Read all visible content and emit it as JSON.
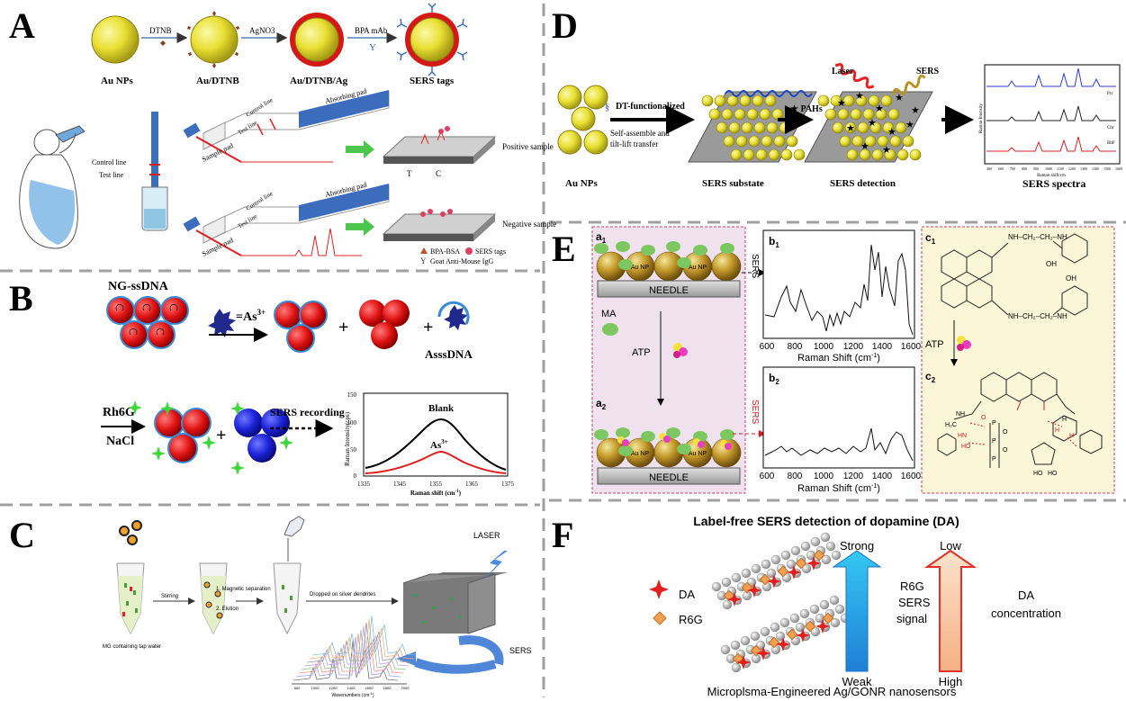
{
  "panels": {
    "A": {
      "letter": "A",
      "labels": [
        "Au NPs",
        "Au/DTNB",
        "Au/DTNB/Ag",
        "SERS tags"
      ],
      "arrows": [
        "DTNB",
        "AgNO3",
        "BPA mAb"
      ],
      "strip_lines": {
        "control": "Control line",
        "test": "Test line"
      },
      "strip_parts": {
        "absorbing": "Absorbing pad",
        "sample": "Sample pad",
        "control": "Control line",
        "test": "Test line"
      },
      "markers": {
        "t": "T",
        "c": "C"
      },
      "samples": {
        "positive": "Positive sample",
        "negative": "Negative sample"
      },
      "legend": {
        "bpa": "BPA-BSA",
        "sers": "SERS  tags",
        "igg": "Goat Anti-Mouse IgG"
      }
    },
    "B": {
      "letter": "B",
      "ngssdna": "NG-ssDNA",
      "as": "=As",
      "as_sup": "3+",
      "plus": "+",
      "asssdna": "AsssDNA",
      "rh6g": "Rh6G",
      "nacl": "NaCl",
      "sers_recording": "SERS recording",
      "chart": {
        "ylabel": "Raman Intensity(cps)",
        "xlabel": "Raman shift (cm",
        "xlabel_sup": "-1",
        "xlabel_tail": ")",
        "yticks": [
          "0",
          "50",
          "100",
          "150"
        ],
        "xticks": [
          "1335",
          "1345",
          "1355",
          "1365",
          "1375"
        ],
        "blank": "Blank",
        "as": "As",
        "as_sup": "3+"
      }
    },
    "C": {
      "letter": "C",
      "tube1": "MG containing tap water",
      "stirring": "Stirring",
      "step1": "1. Magnetic separation",
      "step2": "2. Elution",
      "dropped": "Dropped on silver dendrites",
      "laser": "LASER",
      "sers": "SERS",
      "wavenumbers": "Wavenumbers (cm",
      "wavenumbers_sup": "-1",
      "wavenumbers_tail": ")",
      "xticks": [
        "800",
        "1000",
        "1200",
        "1400",
        "1600",
        "1800",
        "2000"
      ]
    },
    "D": {
      "letter": "D",
      "aunps": "Au NPs",
      "dt": "DT-functionalized",
      "self1": "Self-assemble and",
      "self2": "tilt-lift transfer",
      "substrate": "SERS substate",
      "pahs": "PAHs",
      "laser": "Laser",
      "sers": "SERS",
      "detection": "SERS detection",
      "spectra": "SERS spectra",
      "spectra_labels": [
        "Pyr",
        "Chr",
        "BbF"
      ],
      "spectra_ylabel": "Raman Intensity",
      "spectra_xlabel": "Raman shift/cm",
      "spectra_xticks": [
        "400",
        "600",
        "700",
        "800",
        "900",
        "1000",
        "1100",
        "1200",
        "1300",
        "1400",
        "1500",
        "1600"
      ]
    },
    "E": {
      "letter": "E",
      "a1": "a",
      "a1_sub": "1",
      "a2": "a",
      "a2_sub": "2",
      "b1": "b",
      "b1_sub": "1",
      "b2": "b",
      "b2_sub": "2",
      "c1": "c",
      "c1_sub": "1",
      "c2": "c",
      "c2_sub": "2",
      "needle": "NEEDLE",
      "aunp": "Au NP",
      "ma": "MA",
      "atp": "ATP",
      "sers": "SERS",
      "xlabel": "Raman Shift (cm",
      "xlabel_sup": "-1",
      "xlabel_tail": ")",
      "xticks": [
        "600",
        "800",
        "1000",
        "1200",
        "1400",
        "1600"
      ],
      "mol_top": "NH–CH₂–CH₂–NH",
      "mol_bottom": "NH–CH₂–CH₂–NH",
      "oh": "OH",
      "c2_labels": [
        "NH",
        "H₃C",
        "HN",
        "H",
        "H",
        "H",
        "HO",
        "P",
        "P",
        "P",
        "O",
        "O",
        "O",
        "HO",
        "HO"
      ]
    },
    "F": {
      "letter": "F",
      "title": "Label-free SERS detection of dopamine (DA)",
      "da": "DA",
      "r6g": "R6G",
      "strong": "Strong",
      "weak": "Weak",
      "r6g_signal": [
        "R6G",
        "SERS",
        "signal"
      ],
      "low": "Low",
      "high": "High",
      "da_conc": [
        "DA",
        "concentration"
      ],
      "caption": "Microplsma-Engineered Ag/GONR nanosensors"
    }
  },
  "colors": {
    "gold": "#e8e23a",
    "gold_dark": "#b7ad1c",
    "red": "#e01f1f",
    "blue": "#1e6fd9",
    "divider": "#a0a0a0"
  }
}
